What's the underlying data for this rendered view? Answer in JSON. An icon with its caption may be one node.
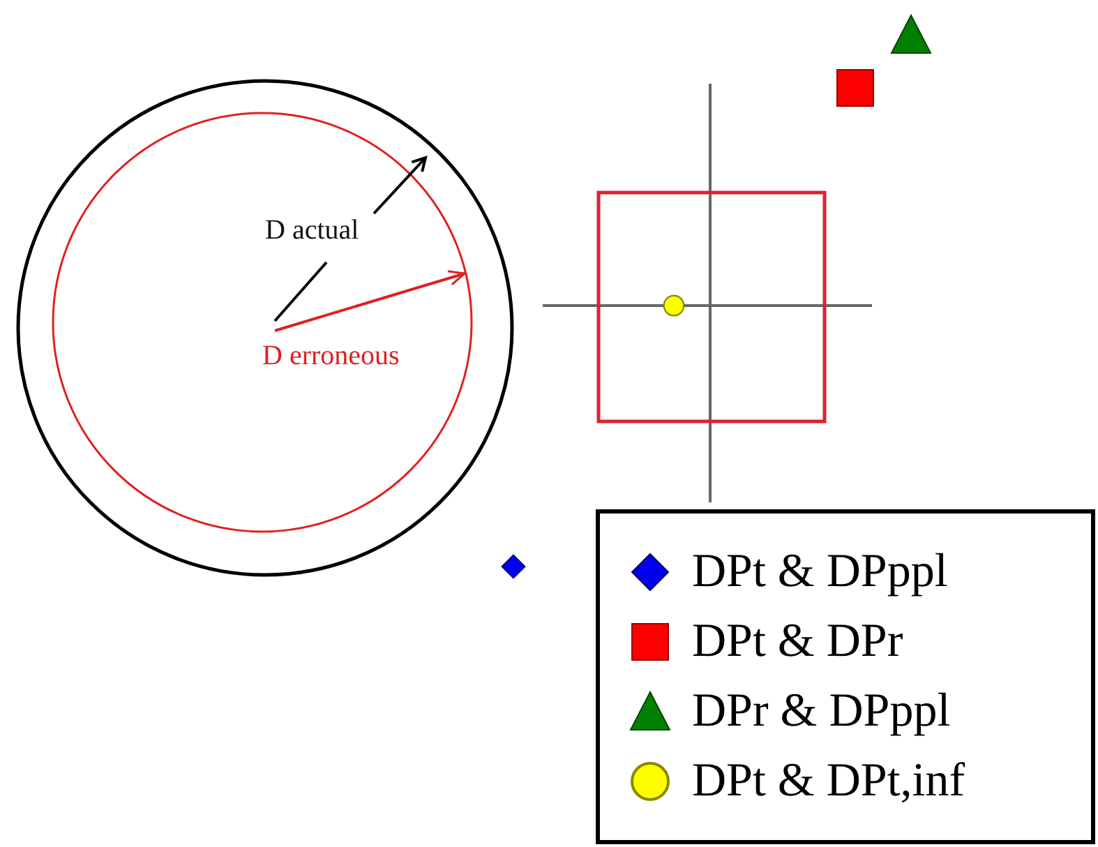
{
  "diagram": {
    "labels": [
      "D actual",
      "D erroneous"
    ],
    "legend": [
      {
        "text": "DPt & DPppl"
      },
      {
        "text": "DPt & DPr"
      },
      {
        "text": "DPr & DPppl"
      },
      {
        "text": "DPt & DPt,inf"
      }
    ]
  }
}
